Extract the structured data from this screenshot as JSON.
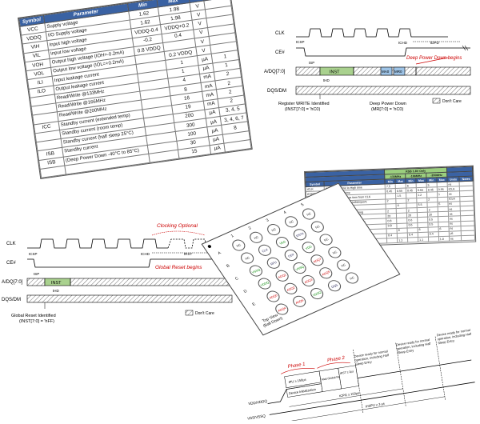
{
  "spec_table": {
    "headers": [
      "Symbol",
      "Parameter",
      "Min",
      "Max",
      "Unit",
      "Notes"
    ],
    "rows": [
      [
        "VCC",
        "Supply voltage",
        "1.62",
        "1.98",
        "V",
        ""
      ],
      [
        "VDDQ",
        "I/O Supply voltage",
        "1.62",
        "1.98",
        "V",
        ""
      ],
      [
        "VIH",
        "Input high voltage",
        "VDDQ-0.4",
        "VDDQ+0.2",
        "V",
        ""
      ],
      [
        "VIL",
        "Input low voltage",
        "-0.2",
        "0.4",
        "V",
        ""
      ],
      [
        "VOH",
        "Output high voltage (IOH=-0.2mA)",
        "0.8 VDDQ",
        "",
        "V",
        ""
      ],
      [
        "VOL",
        "Output low voltage (IOL=+0.2mA)",
        "",
        "0.2 VDDQ",
        "V",
        ""
      ],
      [
        "ILI",
        "Input leakage current",
        "",
        "1",
        "µA",
        "1"
      ],
      [
        "ILO",
        "Output leakage current",
        "",
        "1",
        "µA",
        "1"
      ],
      [
        "",
        "Read/Write @133MHz",
        "",
        "4",
        "mA",
        "2"
      ],
      [
        "",
        "Read/Write @166MHz",
        "",
        "8",
        "mA",
        "2"
      ],
      [
        "",
        "Read/Write @200MHz",
        "",
        "16",
        "mA",
        "2"
      ],
      [
        "ICC",
        "Standby current (extended temp)",
        "",
        "19",
        "mA",
        "2"
      ],
      [
        "",
        "Standby current (room temp)",
        "",
        "200",
        "µA",
        "3, 4, 5"
      ],
      [
        "",
        "Standby current (half sleep 25°C)",
        "",
        "300",
        "µA",
        "3, 4, 6, 7"
      ],
      [
        "ISB",
        "Standby current",
        "",
        "100",
        "µA",
        "8"
      ],
      [
        "ISB",
        "(Deep Power Down -40°C to 85°C)",
        "",
        "30",
        "µA",
        ""
      ],
      [
        "",
        "",
        "",
        "15",
        "µA",
        ""
      ]
    ]
  },
  "timing_top": {
    "signals": [
      "CLK",
      "CE#",
      "A/DQ[7:0]",
      "DQS/DM"
    ],
    "labels": {
      "csp": "tCSP",
      "sp": "tSP",
      "hd": "tHD",
      "chd": "tCHD",
      "dpd": "tDPD",
      "inst": "INST",
      "ma0": "MA0",
      "mr0": "MR0",
      "annotation": "Deep Power Down begins",
      "dont_care": "Don't Care",
      "caption_left": "Register WRITE Identified",
      "caption_left_2": "(INST[7:0] = 'hC0)",
      "caption_right": "Deep Power Down",
      "caption_right_2": "(MR[7:0] = 'hC0)"
    }
  },
  "timing_bottom": {
    "signals": [
      "CLK",
      "CE#",
      "A/DQ[7:0]",
      "DQS/DM"
    ],
    "labels": {
      "csp": "tCSP",
      "sp": "tSP",
      "hd": "tHD",
      "chd": "tCHD",
      "rst": "tRST",
      "inst": "INST",
      "clocking": "Clocking Optional",
      "reset": "Global Reset begins",
      "dont_care": "Don't Care",
      "caption": "Global Reset Identified",
      "caption_2": "(INST[7:0] = 'hFF)"
    }
  },
  "ac_table": {
    "group_header": "RSB 1.8V Only",
    "speed_headers": [
      "-133MHz",
      "-166MHz",
      "-200MHz"
    ],
    "headers": [
      "Symbol",
      "Parameter",
      "Min",
      "Max",
      "Min",
      "Max",
      "Min",
      "Max",
      "Units",
      "Notes"
    ],
    "rows": [
      [
        "tCLK",
        "Clock cycle time to High time",
        "7.5",
        "",
        "6",
        "",
        "5",
        "",
        "ns",
        ""
      ],
      [
        "tCH/tCL",
        "Clock high/low time",
        "0.45",
        "0.55",
        "0.45",
        "0.55",
        "0.45",
        "0.55",
        "tCLK",
        ""
      ],
      [
        "tKHKL",
        "Clock output access time from CLK",
        "",
        "1.5",
        "",
        "1.2",
        "",
        "1",
        "ns",
        ""
      ],
      [
        "tCPH",
        "CE# HIGH between subsequent",
        "2",
        "",
        "2",
        "",
        "2",
        "",
        "tCLK",
        ""
      ],
      [
        "tCEM",
        "DQ/DQS output time",
        "",
        "6",
        "",
        "5.5",
        "",
        "5",
        "ns",
        ""
      ],
      [
        "tCSP",
        "CE# setup time to CLK rising",
        "2",
        "",
        "2",
        "",
        "2",
        "",
        "ns",
        ""
      ],
      [
        "tCHD",
        "CE# hold time from CLK",
        "20",
        "",
        "20",
        "",
        "20",
        "",
        "ns",
        ""
      ],
      [
        "tSP",
        "Setup time to active CLK edge",
        "0.8",
        "",
        "0.6",
        "",
        "0.5",
        "",
        "ns",
        ""
      ],
      [
        "tHD",
        "Hold time from active CLK edge",
        "0.8",
        "",
        "0.6",
        "",
        "0.5",
        "",
        "ns",
        ""
      ],
      [
        "tHZ",
        "Chip disable to DQ output high-Z",
        "",
        "6",
        "",
        "6",
        "",
        "6",
        "ns",
        ""
      ],
      [
        "tRBXwait",
        "Row boundary crossing wait time",
        "0.4",
        "",
        "0.4",
        "",
        "0.4",
        "",
        "µs",
        ""
      ],
      [
        "tDQSCK",
        "DQS output access time",
        "",
        "1.2",
        "",
        "1.1",
        "",
        "1.0",
        "ns",
        ""
      ]
    ]
  },
  "ballmap": {
    "caption": "Top View",
    "caption_2": "(Ball Down)",
    "col_labels": [
      "1",
      "2",
      "3",
      "4",
      "5"
    ],
    "row_labels": [
      "A",
      "B",
      "C",
      "D",
      "E"
    ],
    "balls": [
      [
        "NC",
        "NC",
        "NC",
        "NC",
        "NC"
      ],
      [
        "NC",
        "CLK",
        "VSS",
        "RST#",
        "NC"
      ],
      [
        "VSSQ",
        "RFU",
        "CE#",
        "VDD",
        "NC"
      ],
      [
        "VDDQ",
        "ADQ1",
        "VSSQ",
        "ADQ7",
        "NC"
      ],
      [
        "ADQ0",
        "ADQ2",
        "ADQ3",
        "ADQ5",
        "NC"
      ],
      [
        "ADQ4",
        "ADQ6",
        "VDDQ",
        "DQS",
        "NC"
      ]
    ]
  },
  "powerup": {
    "phase1": "Phase 1",
    "phase2": "Phase 2",
    "vdd_label": "VDD/VDDQ",
    "vss_label": "VSS/VSSQ",
    "box1": "tPU ≥ 150µs",
    "box2": "Device Initialization",
    "box3": "Wait Global Reset",
    "box4": "tRST ≥ 2µs",
    "box5": "Device ready for normal operation, including Half Sleep Entry",
    "box6": "Device ready for normal operation, including Half Sleep Entry",
    "box7": "Device ready for normal operation, including Half Sleep Entry",
    "t1": "tCPG ≥ 150µs",
    "t2": "tHSPU ≥ 3 µs"
  },
  "colors": {
    "header_blue": "#3a62a3",
    "accent_red": "#cc0000",
    "inst_green": "#a9d18e",
    "ma_blue": "#9dc3e6"
  }
}
